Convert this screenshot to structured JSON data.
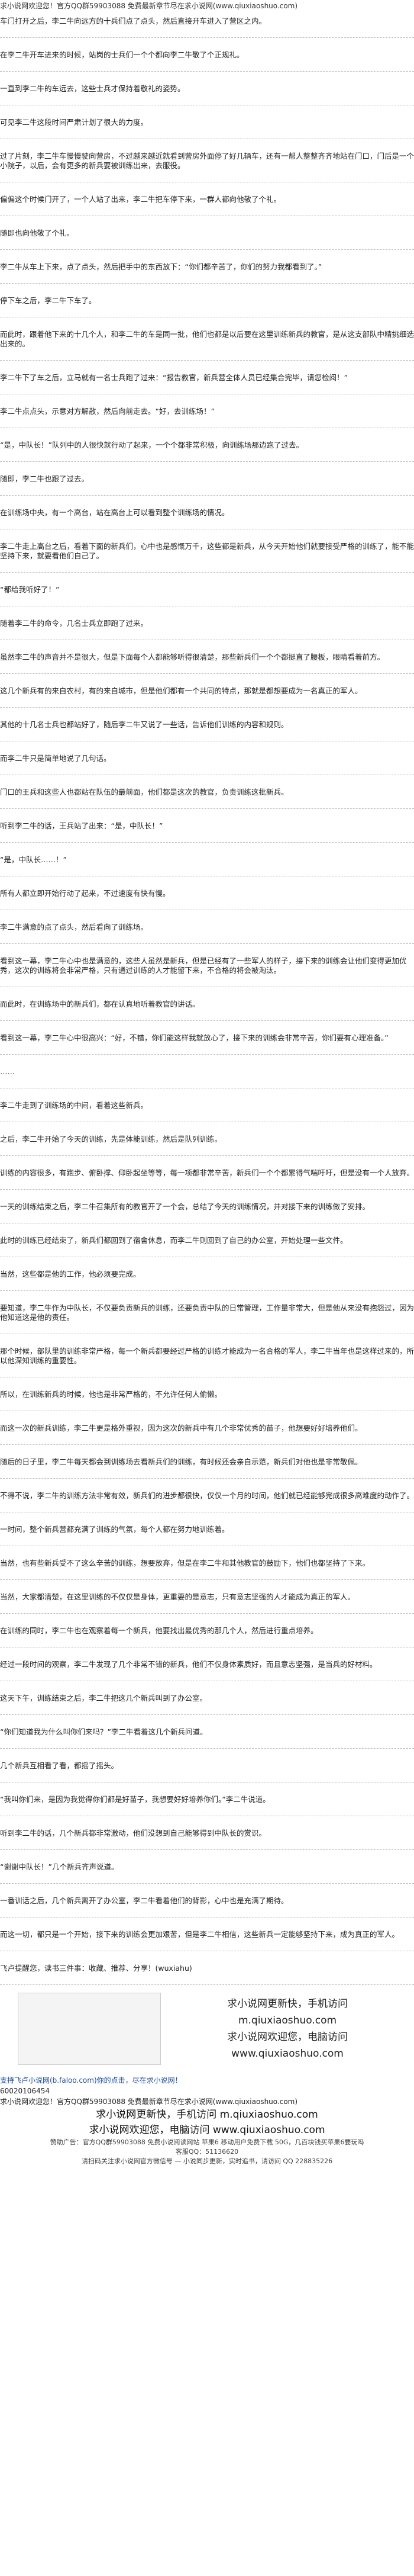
{
  "header": {
    "top_line": "求小说网欢迎您！官方QQ群59903088 免费最新章节尽在求小说网(www.qiuxiaoshuo.com)"
  },
  "paragraphs": [
    "车门打开之后，李二牛向远方的十兵们点了点头，然后直接开车进入了营区之内。",
    "在李二牛开车进来的时候，站岗的士兵们一个个都向李二牛敬了个正规礼。",
    "一直到李二牛的车远去，这些士兵才保持着敬礼的姿势。",
    "可见李二牛这段时间严肃计划了很大的力度。",
    "过了片刻，李二牛车慢慢驶向营房，不过越来越近就看到营房外面停了好几辆车，还有一帮人整整齐齐地站在门口，门后是一个小院子，以后，会有更多的新兵要被训练出来，去服役。",
    "偏偏这个时候门开了，一个人站了出来，李二牛把车停下来，一群人都向他敬了个礼。",
    "随即也向他敬了个礼。",
    "李二牛从车上下来，点了点头，然后把手中的东西放下：“你们都辛苦了，你们的努力我都看到了。”",
    "停下车之后，李二牛下车了。",
    "而此时，跟着他下来的十几个人，和李二牛的车是同一批，他们也都是以后要在这里训练新兵的教官，是从这支部队中精挑细选出来的。",
    "李二牛下了车之后，立马就有一名士兵跑了过来：“报告教官，新兵营全体人员已经集合完毕，请您检阅！”",
    "李二牛点点头，示意对方解散，然后向前走去。“好，去训练场！”",
    "“是，中队长！”队列中的人很快就行动了起来，一个个都非常积极，向训练场那边跑了过去。",
    "随即，李二牛也跟了过去。",
    "在训练场中央，有一个高台，站在高台上可以看到整个训练场的情况。",
    "李二牛走上高台之后，看着下面的新兵们，心中也是感慨万千，这些都是新兵，从今天开始他们就要接受严格的训练了，能不能坚持下来，就要看他们自己了。",
    "“都给我听好了！”",
    "随着李二牛的命令，几名士兵立即跑了过来。",
    "虽然李二牛的声音并不是很大，但是下面每个人都能够听得很清楚，那些新兵们一个个都挺直了腰板，眼睛看着前方。",
    "这几个新兵有的来自农村，有的来自城市，但是他们都有一个共同的特点，那就是都想要成为一名真正的军人。",
    "其他的十几名士兵也都站好了，随后李二牛又说了一些话，告诉他们训练的内容和规则。",
    "而李二牛只是简单地说了几句话。",
    "门口的王兵和这些人也都站在队伍的最前面，他们都是这次的教官，负责训练这批新兵。",
    "听到李二牛的话，王兵站了出来：“是，中队长！”",
    "“是，中队长……！”",
    "所有人都立即开始行动了起来，不过速度有快有慢。",
    "李二牛满意的点了点头，然后看向了训练场。",
    "看到这一幕，李二牛心中也是满意的，这些人虽然是新兵，但是已经有了一些军人的样子，接下来的训练会让他们变得更加优秀，这次的训练将会非常严格，只有通过训练的人才能留下来，不合格的将会被淘汰。",
    "而此时，在训练场中的新兵们，都在认真地听着教官的讲话。",
    "看到这一幕，李二牛心中很高兴：“好，不错，你们能这样我就放心了，接下来的训练会非常辛苦，你们要有心理准备。”",
    "……",
    "李二牛走到了训练场的中间，看着这些新兵。",
    "之后，李二牛开始了今天的训练，先是体能训练，然后是队列训练。",
    "训练的内容很多，有跑步、俯卧撑、仰卧起坐等等，每一项都非常辛苦，新兵们一个个都累得气喘吁吁，但是没有一个人放弃。",
    "一天的训练结束之后，李二牛召集所有的教官开了一个会，总结了今天的训练情况，并对接下来的训练做了安排。",
    "此时的训练已经结束了，新兵们都回到了宿舍休息，而李二牛则回到了自己的办公室，开始处理一些文件。",
    "当然，这些都是他的工作，他必须要完成。",
    "要知道，李二牛作为中队长，不仅要负责新兵的训练，还要负责中队的日常管理，工作量非常大，但是他从来没有抱怨过，因为他知道这是他的责任。",
    "那个时候，部队里的训练非常严格，每一个新兵都要经过严格的训练才能成为一名合格的军人，李二牛当年也是这样过来的，所以他深知训练的重要性。",
    "所以，在训练新兵的时候，他也是非常严格的，不允许任何人偷懒。",
    "而这一次的新兵训练，李二牛更是格外重视，因为这次的新兵中有几个非常优秀的苗子，他想要好好培养他们。",
    "随后的日子里，李二牛每天都会到训练场去看新兵们的训练，有时候还会亲自示范，新兵们对他也是非常敬佩。",
    "不得不说，李二牛的训练方法非常有效，新兵们的进步都很快，仅仅一个月的时间，他们就已经能够完成很多高难度的动作了。",
    "一时间，整个新兵营都充满了训练的气氛，每个人都在努力地训练着。",
    "当然，也有些新兵受不了这么辛苦的训练，想要放弃，但是在李二牛和其他教官的鼓励下，他们也都坚持了下来。",
    "当然，大家都清楚，在这里训练的不仅仅是身体，更重要的是意志，只有意志坚强的人才能成为真正的军人。",
    "在训练的同时，李二牛也在观察着每一个新兵，他要找出最优秀的那几个人，然后进行重点培养。",
    "经过一段时间的观察，李二牛发现了几个非常不错的新兵，他们不仅身体素质好，而且意志坚强，是当兵的好材料。",
    "这天下午，训练结束之后，李二牛把这几个新兵叫到了办公室。",
    "“你们知道我为什么叫你们来吗？”李二牛看着这几个新兵问道。",
    "几个新兵互相看了看，都摇了摇头。",
    "“我叫你们来，是因为我觉得你们都是好苗子，我想要好好培养你们。”李二牛说道。",
    "听到李二牛的话，几个新兵都非常激动，他们没想到自己能够得到中队长的赏识。",
    "“谢谢中队长！”几个新兵齐声说道。",
    "一番训话之后，几个新兵离开了办公室，李二牛看着他们的背影，心中也是充满了期待。",
    "而这一切，都只是一个开始，接下来的训练会更加艰苦，但是李二牛相信，这些新兵一定能够坚持下来，成为真正的军人。",
    "飞卢提醒您，读书三件事：收藏、推荐、分享！(wuxiahu)"
  ],
  "footer": {
    "link_line": "支持飞卢小说网(b.faloo.com)你的点击，尽在求小说网！",
    "code_line": "60020106454",
    "bottom_line": "求小说网欢迎您！官方QQ群59903088 免费最新章节尽在求小说网(www.qiuxiaoshuo.com)",
    "big_1": "求小说网更新快，手机访问 m.qiuxiaoshuo.com",
    "big_2": "求小说网欢迎您，电脑访问 www.qiuxiaoshuo.com",
    "small_1": "赞助广告：官方QQ群59903088 免费小说阅读网站 苹果6 移动用户免费下载 50G，几百块钱买苹果6要玩吗",
    "small_2": "客服QQ：51136620",
    "small_3": "请扫码关注求小说网官方微信号 — 小说同步更新，实时追书，请访问 QQ 228835226"
  },
  "ad": {
    "line_1": "求小说网更新快，手机访问",
    "line_2": "m.qiuxiaoshuo.com",
    "line_3": "求小说网欢迎您，电脑访问",
    "line_4": "www.qiuxiaoshuo.com"
  }
}
